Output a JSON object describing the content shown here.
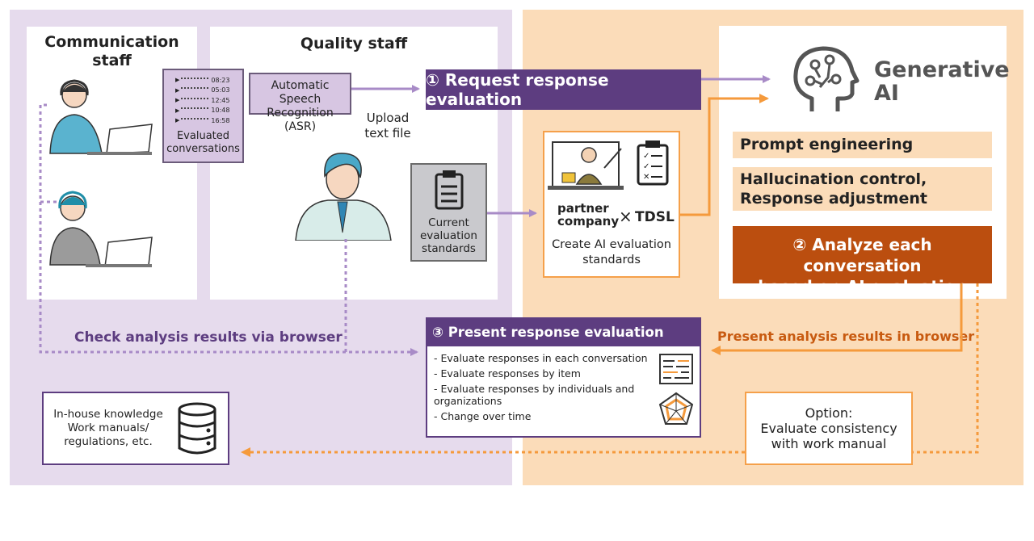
{
  "left": {
    "communication_staff": "Communication\nstaff",
    "quality_staff": "Quality staff",
    "evaluated_conversations": "Evaluated\nconversations",
    "timestamps": [
      "08:23",
      "05:03",
      "12:45",
      "10:48",
      "16:58"
    ],
    "asr": "Automatic Speech\nRecognition (ASR)",
    "upload": "Upload\ntext file",
    "current_standards": "Current\nevaluation\nstandards",
    "check_results": "Check analysis results via browser",
    "knowledge": "In-house knowledge\nWork manuals/\nregulations, etc."
  },
  "center": {
    "request": "① Request response evaluation",
    "partner": "partner\ncompany",
    "times": "×",
    "tdsl": "TDSL",
    "create": "Create AI evaluation\nstandards",
    "report_title": "③ Present response evaluation report",
    "report_items": [
      "- Evaluate responses in each conversation",
      "- Evaluate responses by item",
      "- Evaluate responses by individuals and\n  organizations",
      "- Change over time"
    ]
  },
  "right": {
    "generative_ai": "Generative\nAI",
    "prompt": "Prompt engineering",
    "hallucination": "Hallucination control,\nResponse adjustment",
    "analyze": "② Analyze each conversation\nbased on AI evaluation",
    "present_browser": "Present analysis results in browser",
    "option": "Option:\nEvaluate consistency\nwith work manual"
  },
  "colors": {
    "purple": "#5d3d80",
    "lavender_arrow": "#a88bc7",
    "orange": "#f59a3c",
    "dark_orange": "#bb4e0f",
    "left_bg": "#e6dbed",
    "right_bg": "#fbdcb9"
  }
}
